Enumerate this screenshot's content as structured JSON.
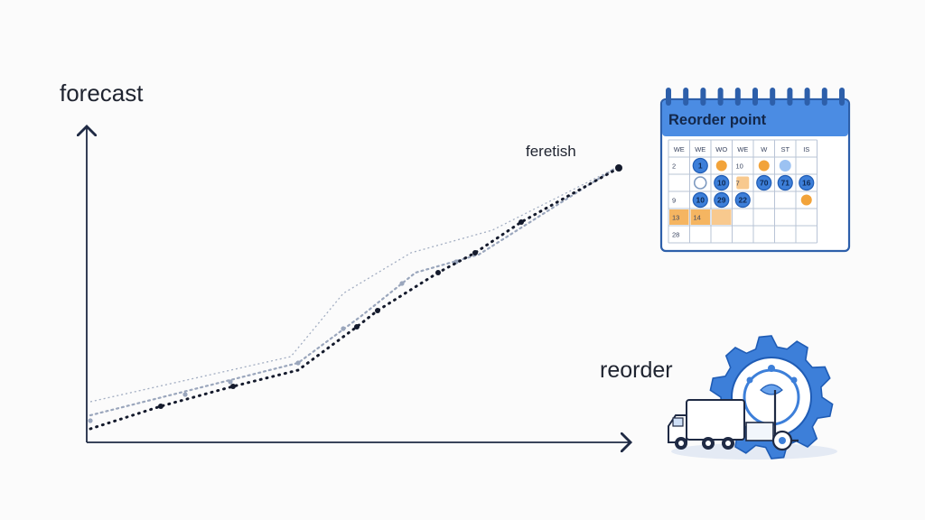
{
  "labels": {
    "forecast": "forecast",
    "feretish": "feretish",
    "reorder": "reorder"
  },
  "calendar": {
    "title": "Reorder point",
    "weekdays": [
      "WE",
      "WE",
      "WO",
      "WE",
      "W",
      "ST",
      "IS"
    ],
    "rows": [
      [
        "2",
        "1",
        "",
        "10",
        "",
        "",
        ""
      ],
      [
        "",
        "",
        "10",
        "7",
        "70",
        "71",
        "16"
      ],
      [
        "9",
        "10",
        "29",
        "22",
        "",
        "",
        ""
      ],
      [
        "13",
        "14",
        "",
        "",
        "",
        "",
        ""
      ],
      [
        "28",
        "",
        "",
        "",
        "",
        "",
        ""
      ]
    ],
    "markers": [
      {
        "r": 0,
        "c": 1,
        "kind": "dot-blue",
        "text": "1"
      },
      {
        "r": 0,
        "c": 2,
        "kind": "dot-orange",
        "text": ""
      },
      {
        "r": 0,
        "c": 4,
        "kind": "dot-orange",
        "text": ""
      },
      {
        "r": 0,
        "c": 5,
        "kind": "dot-lightblue",
        "text": ""
      },
      {
        "r": 1,
        "c": 1,
        "kind": "ring",
        "text": ""
      },
      {
        "r": 1,
        "c": 2,
        "kind": "dot-blue",
        "text": "10"
      },
      {
        "r": 1,
        "c": 3,
        "kind": "sq-orange",
        "text": "7"
      },
      {
        "r": 1,
        "c": 4,
        "kind": "dot-blue",
        "text": "70"
      },
      {
        "r": 1,
        "c": 5,
        "kind": "dot-blue",
        "text": "71"
      },
      {
        "r": 1,
        "c": 6,
        "kind": "dot-blue",
        "text": "16"
      },
      {
        "r": 2,
        "c": 1,
        "kind": "dot-blue",
        "text": "10"
      },
      {
        "r": 2,
        "c": 2,
        "kind": "dot-blue",
        "text": "29"
      },
      {
        "r": 2,
        "c": 3,
        "kind": "dot-blue",
        "text": "22"
      },
      {
        "r": 2,
        "c": 6,
        "kind": "dot-orange",
        "text": ""
      },
      {
        "r": 3,
        "c": 0,
        "kind": "cell-orange",
        "text": "13"
      },
      {
        "r": 3,
        "c": 1,
        "kind": "cell-orange",
        "text": "14"
      },
      {
        "r": 3,
        "c": 2,
        "kind": "cell-lightorange",
        "text": ""
      }
    ]
  },
  "colors": {
    "axis": "#1f2a44",
    "main_line": "#141a2c",
    "faint_line": "#8a96ad",
    "accent_blue": "#3d7fd9",
    "dark_blue": "#1f5cb5",
    "orange": "#f2a33a",
    "light_orange": "#f8c98e"
  },
  "icons": {
    "calendar": "calendar-icon",
    "gear": "gear-icon",
    "truck": "truck-icon",
    "forklift": "forklift-icon"
  }
}
